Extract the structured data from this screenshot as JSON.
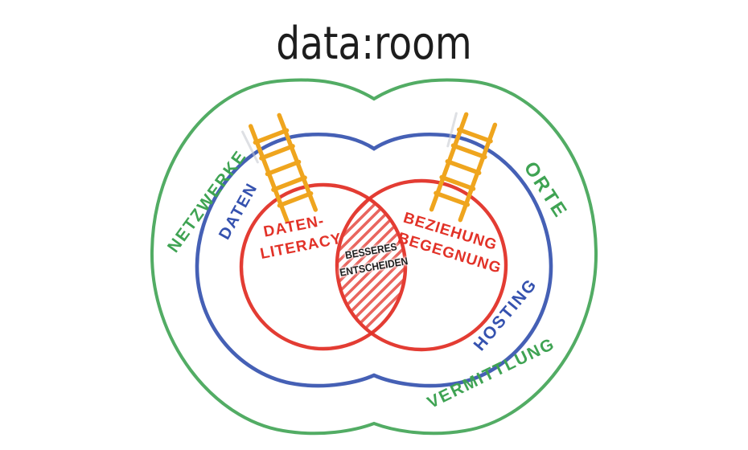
{
  "title": "data:room",
  "diagram": {
    "outer_ring": {
      "color": "#3fa353",
      "labels": {
        "left": "NETZWERKE",
        "right": "ORTE",
        "bottom": "VERMITTLUNG"
      }
    },
    "inner_ring": {
      "color": "#3552af",
      "labels": {
        "left": "DATEN",
        "bottom_right": "HOSTING"
      }
    },
    "venn": {
      "color": "#e23228",
      "left_circle": {
        "line1": "DATEN-",
        "line2": "LITERACY"
      },
      "right_circle": {
        "line1": "BEZIEHUNG",
        "line2": "BEGEGNUNG"
      },
      "intersection": {
        "line1": "BESSERES",
        "line2": "ENTSCHEIDEN",
        "text_color": "#1d1d1d",
        "fill_style": "red-diagonal-hatching"
      }
    },
    "ladders": {
      "color": "#efa51e",
      "count": 2
    }
  }
}
